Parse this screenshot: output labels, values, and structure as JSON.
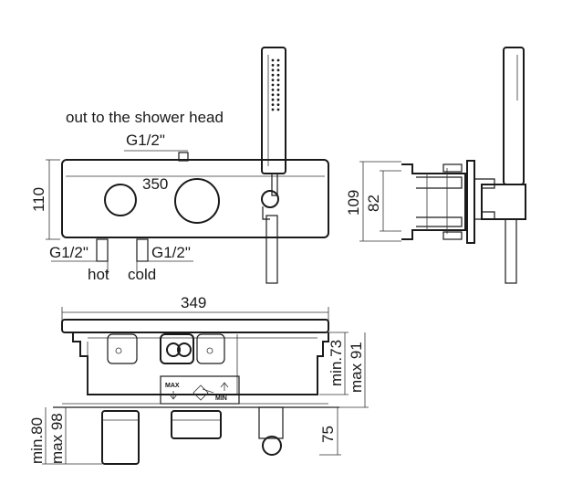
{
  "labels": {
    "outlet": "out to the shower head",
    "outlet_thread": "G1/2\"",
    "hot_thread": "G1/2\"",
    "cold_thread": "G1/2\"",
    "hot": "hot",
    "cold": "cold",
    "max_mark": "MAX",
    "min_mark": "MIN"
  },
  "dimensions": {
    "front_height": "110",
    "front_width": "350",
    "side_height_outer": "109",
    "side_height_inner": "82",
    "box_width": "349",
    "depth_min": "min.73",
    "depth_max": "max 91",
    "wall_min": "min.80",
    "wall_max": "max 98",
    "outlet_height": "75"
  }
}
